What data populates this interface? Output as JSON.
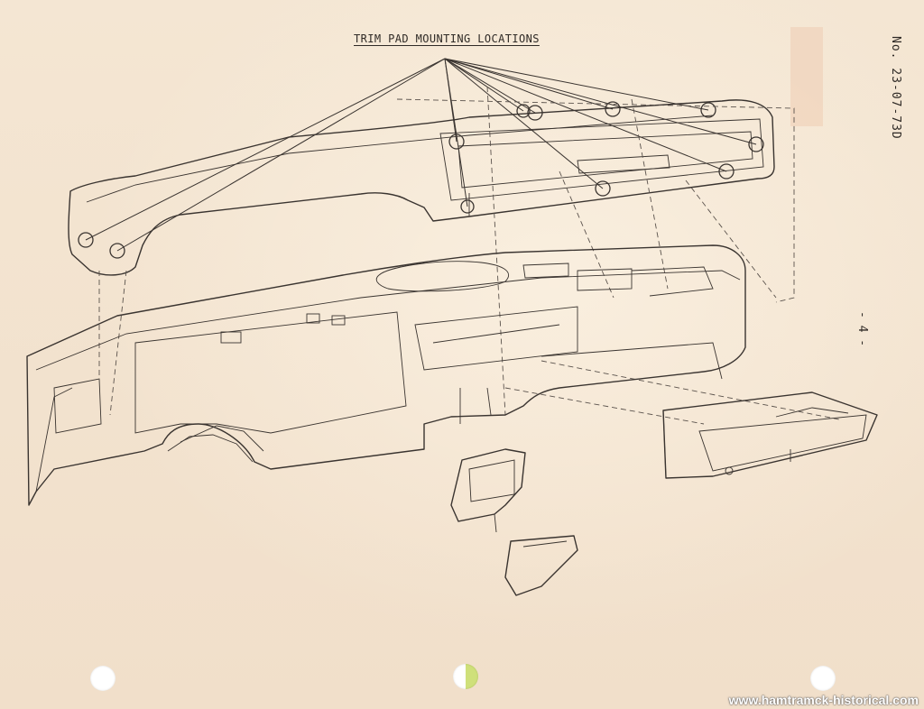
{
  "document": {
    "title": "TRIM PAD MOUNTING LOCATIONS",
    "doc_number": "No. 23-07-73D",
    "page_number": "- 4 -"
  },
  "watermark": "www.hamtramck-historical.com",
  "colors": {
    "paper": "#f3e3cf",
    "ink": "#3a3430",
    "tab": "#cfe07a"
  }
}
